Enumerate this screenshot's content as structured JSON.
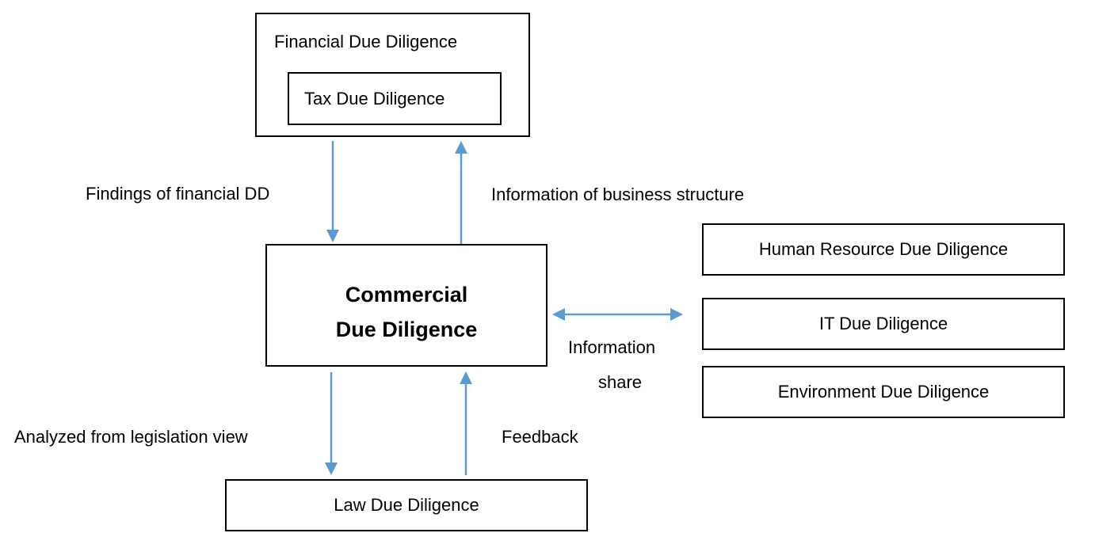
{
  "boxes": {
    "financial": "Financial Due Diligence",
    "tax": "Tax Due Diligence",
    "commercial_line1": "Commercial",
    "commercial_line2": "Due Diligence",
    "hr": "Human Resource Due Diligence",
    "it": "IT Due Diligence",
    "environment": "Environment Due Diligence",
    "law": "Law Due Diligence"
  },
  "labels": {
    "findings": "Findings of financial DD",
    "business_structure": "Information of business structure",
    "info_share_line1": "Information",
    "info_share_line2": "share",
    "legislation": "Analyzed from legislation view",
    "feedback": "Feedback"
  },
  "colors": {
    "arrow": "#5b9bd5",
    "border": "#000000"
  }
}
